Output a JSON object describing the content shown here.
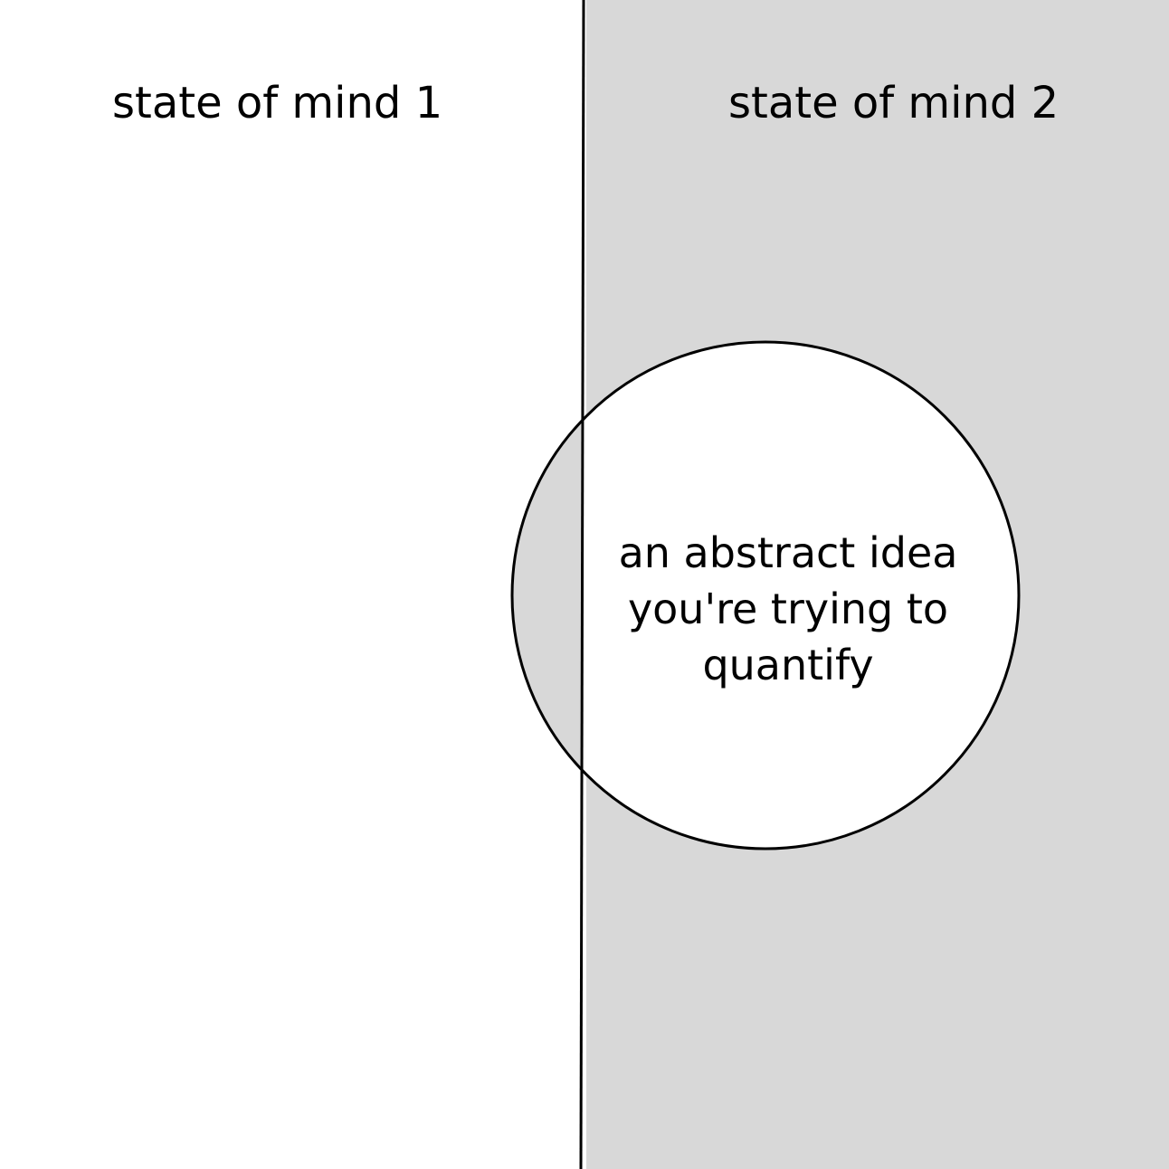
{
  "panels": {
    "left": {
      "label": "state of mind 1"
    },
    "right": {
      "label": "state of mind 2"
    }
  },
  "concept": {
    "lines": [
      "an abstract idea",
      "you're trying to",
      "quantify"
    ]
  },
  "colors": {
    "left_background": "#ffffff",
    "right_background": "#d8d8d8",
    "circle_fill_right": "#ffffff",
    "circle_fill_left": "#d8d8d8",
    "stroke": "#000000",
    "text": "#000000"
  }
}
